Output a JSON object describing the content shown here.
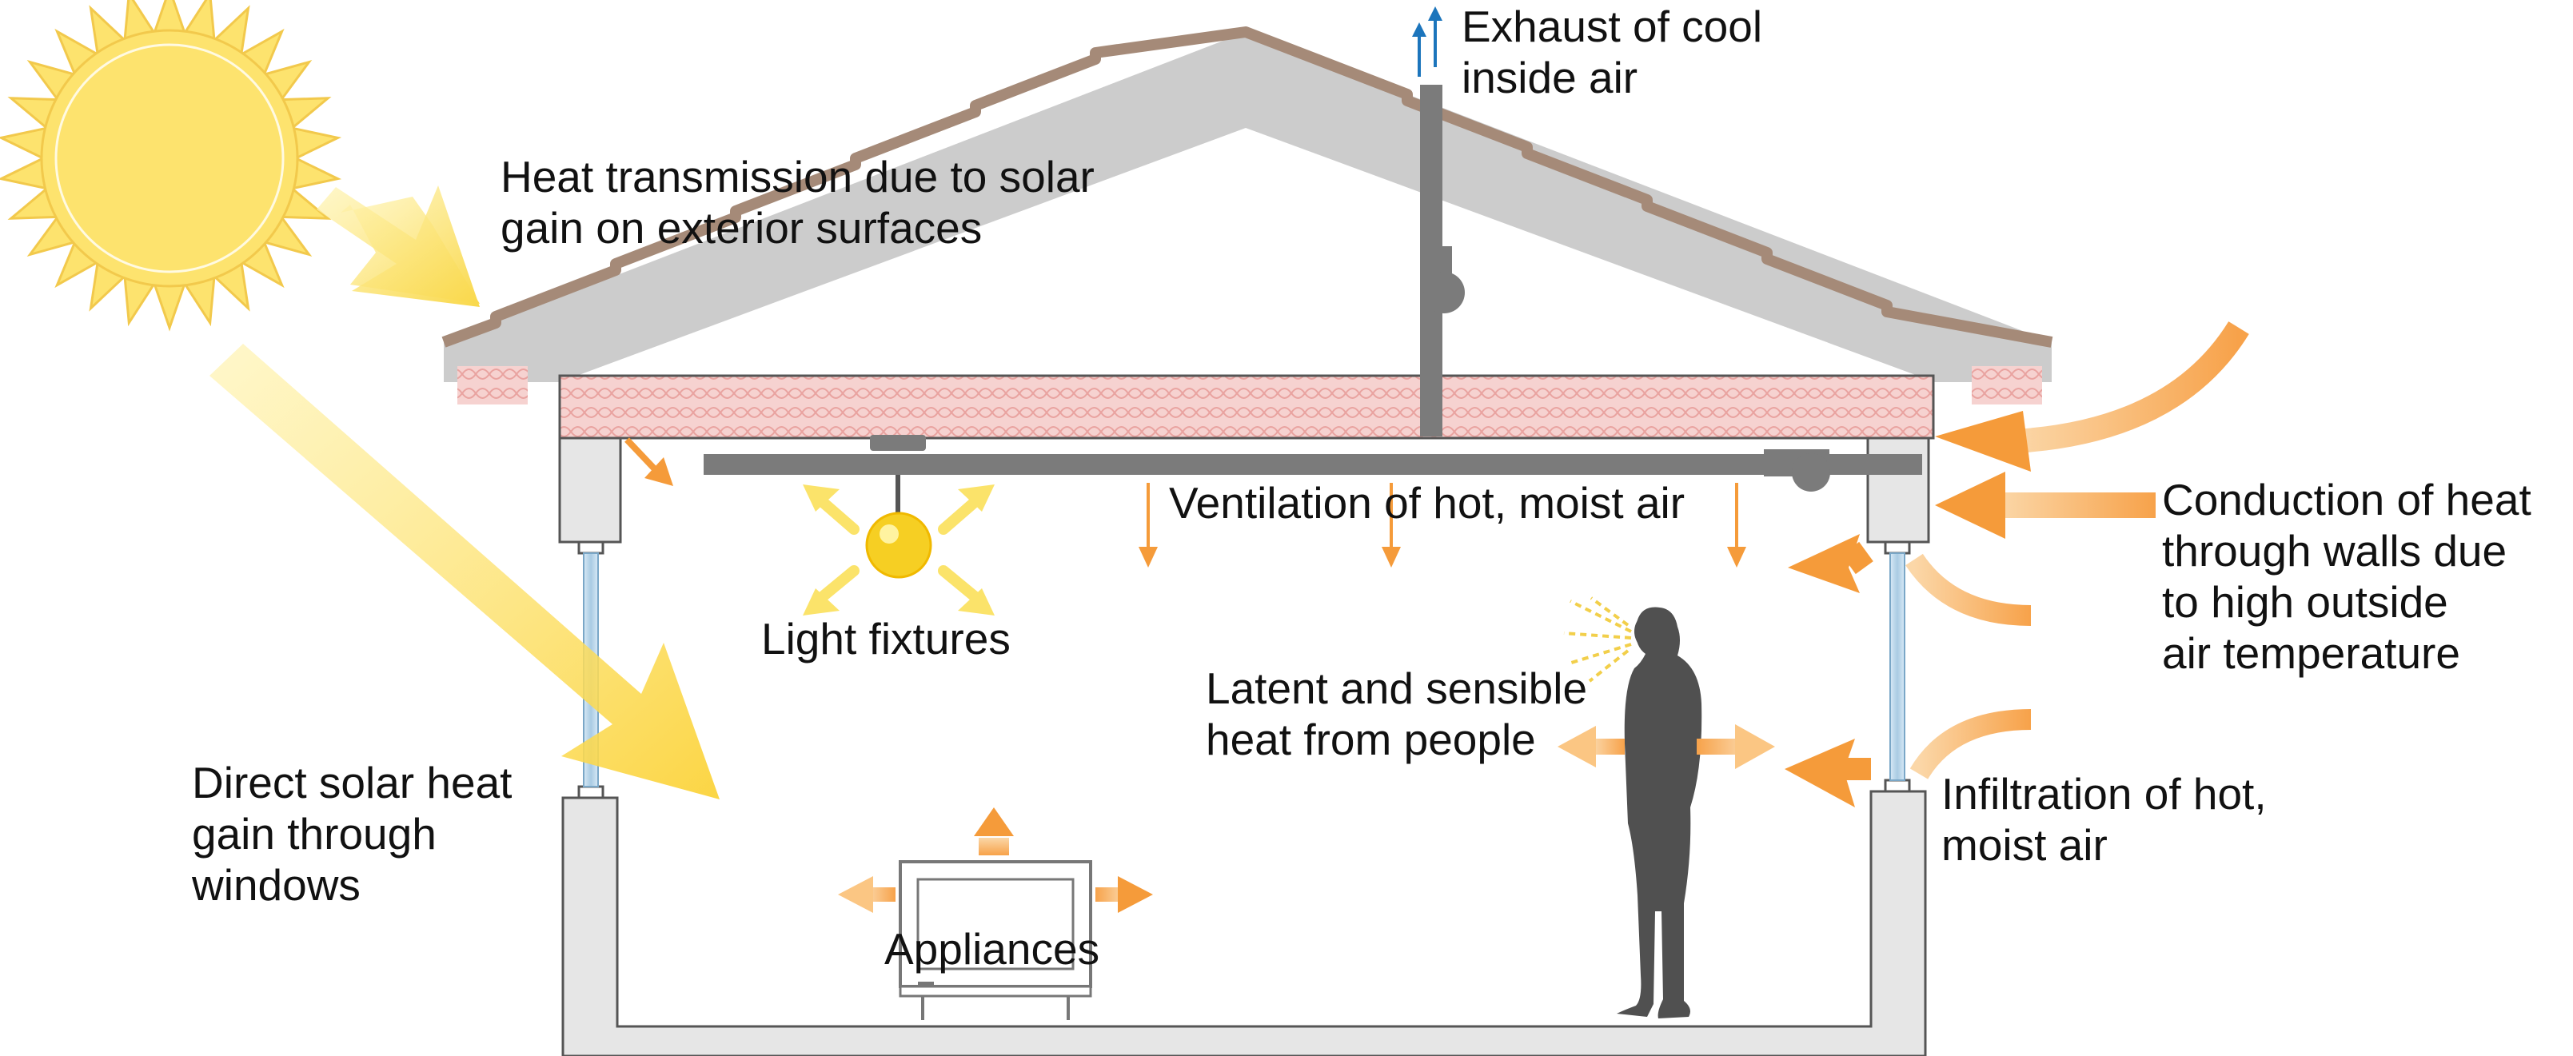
{
  "colors": {
    "roof_top": "#a58a78",
    "roof_body": "#cccccc",
    "insulation": "#f6d2d0",
    "insulation_line": "#e9a3a0",
    "wall": "#e6e6e6",
    "duct": "#7b7b7b",
    "sun_fill": "#fde36e",
    "sun_ray": "#f7d75a",
    "orange": "#f59b3a",
    "glass": "#a9cbe3",
    "person": "#505050",
    "exhaust_arrow": "#1c75bc"
  },
  "icons": {
    "sun": "sun-icon",
    "person": "person-icon",
    "light": "light-bulb-icon",
    "appliance": "appliance-icon"
  },
  "labels": {
    "exhaust": [
      "Exhaust of cool",
      "inside air"
    ],
    "roof": [
      "Heat transmission due to solar",
      "gain on exterior surfaces"
    ],
    "ventilation": [
      "Ventilation of hot, moist air"
    ],
    "conduction": [
      "Conduction of heat",
      "through walls due",
      "to high outside",
      "air temperature"
    ],
    "lights": [
      "Light fixtures"
    ],
    "people": [
      "Latent and sensible",
      "heat from people"
    ],
    "infiltration": [
      "Infiltration of hot,",
      "moist air"
    ],
    "windows": [
      "Direct solar heat",
      "gain through",
      "windows"
    ],
    "appliances": [
      "Appliances"
    ]
  }
}
